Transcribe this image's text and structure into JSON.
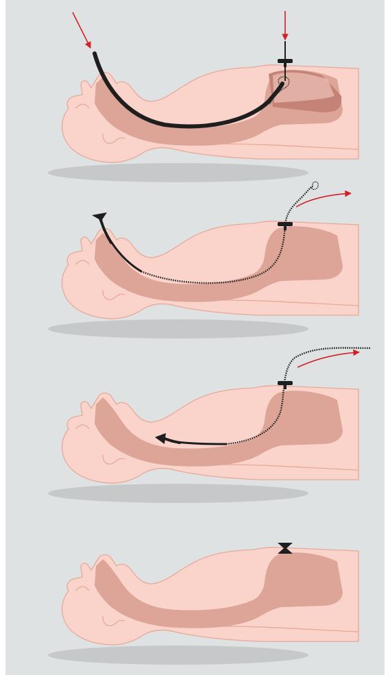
{
  "figure": {
    "panel_count": 4,
    "steps": [
      {
        "step": 1,
        "tube_shown": "full",
        "wire_shown": false,
        "arrows": [
          "insertion-arrow-mouth",
          "insertion-arrow-abdomen"
        ]
      },
      {
        "step": 2,
        "tube_shown": "upper",
        "wire_shown": true,
        "arrows": [
          "pull-arrow"
        ]
      },
      {
        "step": 3,
        "tube_shown": "mid",
        "wire_shown": true,
        "arrows": [
          "pull-arrow"
        ]
      },
      {
        "step": 4,
        "tube_shown": "none",
        "wire_shown": false,
        "bumper_only": true,
        "arrows": []
      }
    ]
  },
  "colors": {
    "background": "#dfe2e3",
    "frame": "#ffffff",
    "skin": "#fad3cb",
    "skin_outline": "#e7a898",
    "interior": "#dda597",
    "interior_dark": "#c48376",
    "shadow": "#c6c8ca",
    "tube": "#1e1e1e",
    "arrow": "#d21f26"
  },
  "icons": {
    "arrow": "red-arrow-icon",
    "bumper": "gastrostomy-bumper-icon",
    "wire_loop": "wire-loop-icon"
  }
}
